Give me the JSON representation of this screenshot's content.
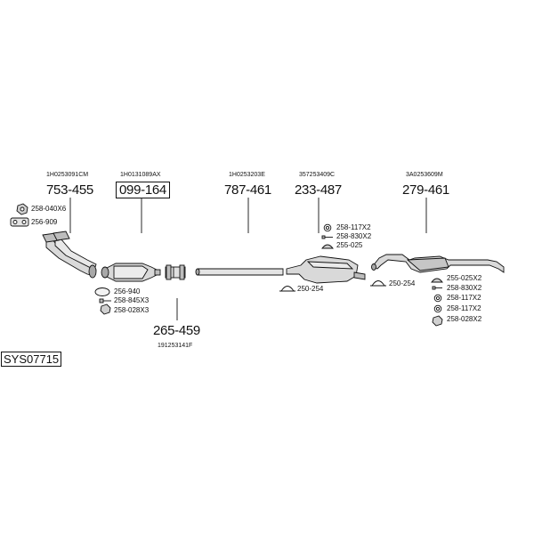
{
  "parts": [
    {
      "oe": "1H0253091CM",
      "number": "753-455",
      "boxed": false
    },
    {
      "oe": "1H0131089AX",
      "number": "099-164",
      "boxed": true
    },
    {
      "oe": "1H0253203E",
      "number": "787-461",
      "boxed": false
    },
    {
      "oe": "357253409C",
      "number": "233-487",
      "boxed": false
    },
    {
      "oe": "3A0253609M",
      "number": "279-461",
      "boxed": false
    },
    {
      "oe": "191253141F",
      "number": "265-459",
      "boxed": false
    }
  ],
  "accessories": [
    {
      "label": "258-040X6",
      "icon": "nut-icon"
    },
    {
      "label": "256-909",
      "icon": "gasket-icon"
    },
    {
      "label": "256-940",
      "icon": "ring-gasket-icon"
    },
    {
      "label": "258-845X3",
      "icon": "bolt-icon"
    },
    {
      "label": "258-028X3",
      "icon": "nut-icon"
    },
    {
      "label": "258-117X2",
      "icon": "ring-icon"
    },
    {
      "label": "258-830X2",
      "icon": "bolt-icon"
    },
    {
      "label": "255-025",
      "icon": "rubber-mount-icon"
    },
    {
      "label": "250-254",
      "icon": "clamp-icon"
    },
    {
      "label": "250-254",
      "icon": "clamp-icon"
    },
    {
      "label": "255-025X2",
      "icon": "rubber-mount-icon"
    },
    {
      "label": "258-830X2",
      "icon": "bolt-icon"
    },
    {
      "label": "258-117X2",
      "icon": "ring-icon"
    },
    {
      "label": "258-117X2",
      "icon": "ring-icon"
    },
    {
      "label": "258-028X2",
      "icon": "nut-icon"
    }
  ],
  "system_code": "SYS07715",
  "colors": {
    "line": "#111111",
    "part_fill": "#d9d9d9",
    "part_shade": "#a8a8a8",
    "background": "#ffffff"
  }
}
